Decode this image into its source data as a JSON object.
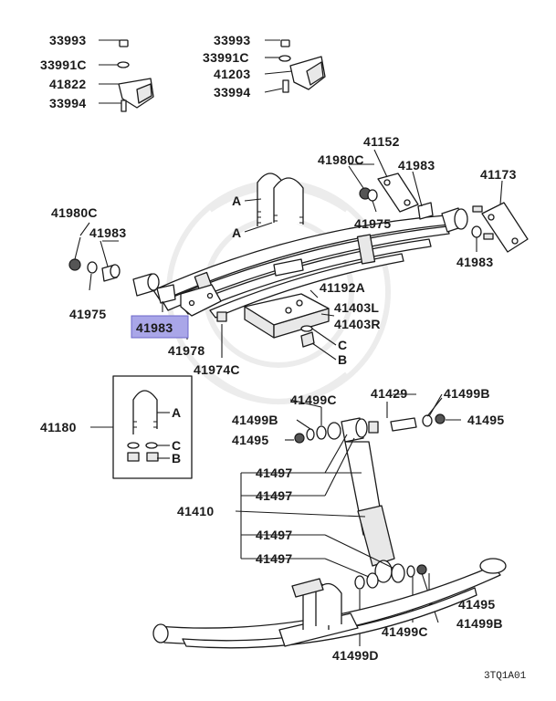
{
  "labels": {
    "l33993a": "33993",
    "l33991ca": "33991C",
    "l41822": "41822",
    "l33994a": "33994",
    "l33993b": "33993",
    "l33991cb": "33991C",
    "l41203": "41203",
    "l33994b": "33994",
    "l41152": "41152",
    "l41980c_r": "41980C",
    "l41983_r": "41983",
    "l41173": "41173",
    "lA1": "A",
    "lA2": "A",
    "l41975_r": "41975",
    "l41983_rr": "41983",
    "l41980c_l": "41980C",
    "l41983_l": "41983",
    "l41975_l": "41975",
    "l41983_hl": "41983",
    "l41978": "41978",
    "l41974c": "41974C",
    "l41192a": "41192A",
    "l41403l": "41403L",
    "l41403r": "41403R",
    "lC1": "C",
    "lB1": "B",
    "l41180": "41180",
    "lA3": "A",
    "lC2": "C",
    "lB2": "B",
    "l41499c_a": "41499C",
    "l41429": "41429",
    "l41499b_a": "41499B",
    "l41499b_b": "41499B",
    "l41495_a": "41495",
    "l41495_b": "41495",
    "l41497_a": "41497",
    "l41497_b": "41497",
    "l41410": "41410",
    "l41497_c": "41497",
    "l41497_d": "41497",
    "l41495_c": "41495",
    "l41499c_b": "41499C",
    "l41499b_c": "41499B",
    "l41499d": "41499D",
    "code": "3TQ1A01"
  },
  "colors": {
    "highlight": "#a9a6e8",
    "ink": "#1a1a1a"
  }
}
